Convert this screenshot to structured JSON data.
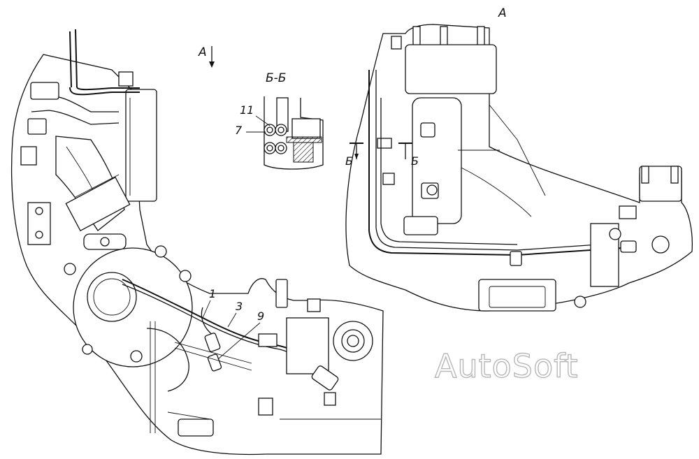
{
  "view_labels": {
    "view_a_arrow": "А",
    "view_a_title": "А",
    "section_title": "Б-Б",
    "section_mark_left": "Б",
    "section_mark_right": "Б"
  },
  "callouts": {
    "c1": "1",
    "c3": "3",
    "c9": "9",
    "c11": "11",
    "c7": "7"
  },
  "watermark": "AutoSoft"
}
